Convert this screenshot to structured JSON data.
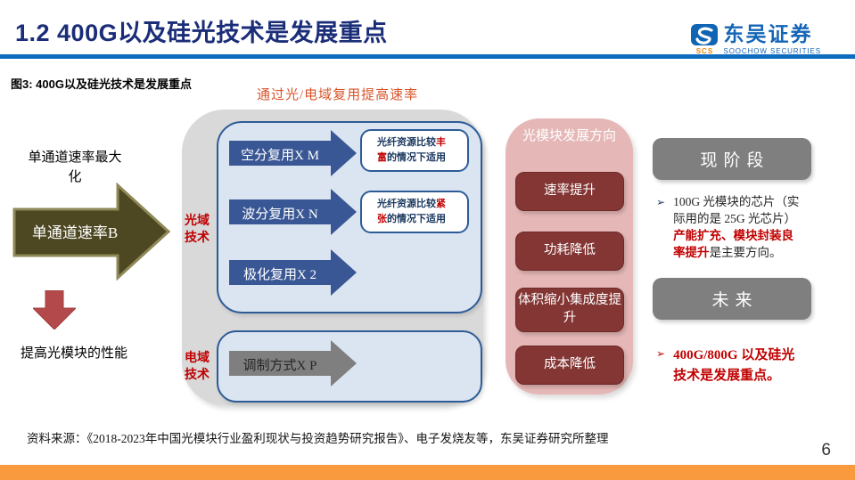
{
  "slide": {
    "title": "1.2 400G以及硅光技术是发展重点",
    "page_number": "6",
    "source": "资料来源：《2018-2023年中国光模块行业盈利现状与投资趋势研究报告》、电子发烧友等，东吴证券研究所整理"
  },
  "logo": {
    "badge": "SCS",
    "name_cn": "东吴证券",
    "name_en": "SOOCHOW SECURITIES"
  },
  "figure": {
    "caption": "图3:  400G以及硅光技术是发展重点",
    "note": "通过光/电域复用提高速率"
  },
  "left_flow": {
    "top_label": "单通道速率最大化",
    "main_arrow_label": "单通道速率B",
    "bottom_label": "提高光模块的性能"
  },
  "mux_diagram": {
    "optical_label": "光域技术",
    "electrical_label": "电域技术",
    "optical_arrows": [
      "空分复用X M",
      "波分复用X N",
      "极化复用X 2"
    ],
    "optical_notes": [
      {
        "prefix": "光纤资源比较",
        "highlight": "丰富",
        "suffix": "的情况下适用"
      },
      {
        "prefix": "光纤资源比较",
        "highlight": "紧张",
        "suffix": "的情况下适用"
      }
    ],
    "electrical_arrow": "调制方式X P"
  },
  "development": {
    "title": "光模块发展方向",
    "items": [
      "速率提升",
      "功耗降低",
      "体积缩小集成度提升",
      "成本降低"
    ]
  },
  "stages": {
    "now_label": "现阶段",
    "future_label": "未来",
    "bullet_marker": "➢",
    "now_text_pre": "100G 光模块的芯片（实际用的是 25G 光芯片）",
    "now_text_highlight": "产能扩充、模块封装良率提升",
    "now_text_post": "是主要方向。",
    "future_text": "400G/800G 以及硅光技术是发展重点。"
  },
  "colors": {
    "accent_blue": "#0d6cc0",
    "title_navy": "#1a2d78",
    "arrow_blue": "#3a5795",
    "olive_arrow": "#4d4822",
    "red_text": "#c00000",
    "dark_red_box": "#833634",
    "pink_panel": "#e5b8b7",
    "gray_panel": "#d9d9d9",
    "stage_gray": "#7f7f7f",
    "orange_bar": "#f89a3d"
  }
}
